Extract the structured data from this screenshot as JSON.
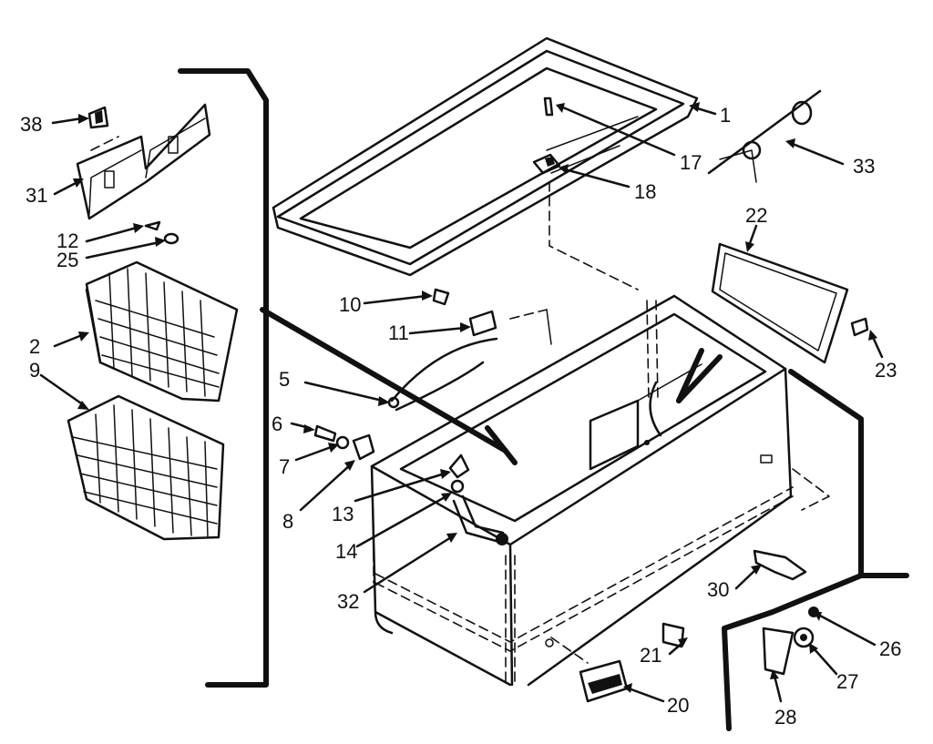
{
  "diagram": {
    "style": "exploded parts view, black line art on white",
    "ink_color": "#111111",
    "background_color": "#ffffff",
    "callouts": {
      "c1": "1",
      "c2": "2",
      "c5": "5",
      "c6": "6",
      "c7": "7",
      "c8": "8",
      "c9": "9",
      "c10": "10",
      "c11": "11",
      "c12": "12",
      "c13": "13",
      "c14": "14",
      "c17": "17",
      "c18": "18",
      "c20": "20",
      "c21": "21",
      "c22": "22",
      "c23": "23",
      "c25": "25",
      "c26": "26",
      "c27": "27",
      "c28": "28",
      "c30": "30",
      "c31": "31",
      "c32": "32",
      "c33": "33",
      "c38": "38"
    }
  }
}
